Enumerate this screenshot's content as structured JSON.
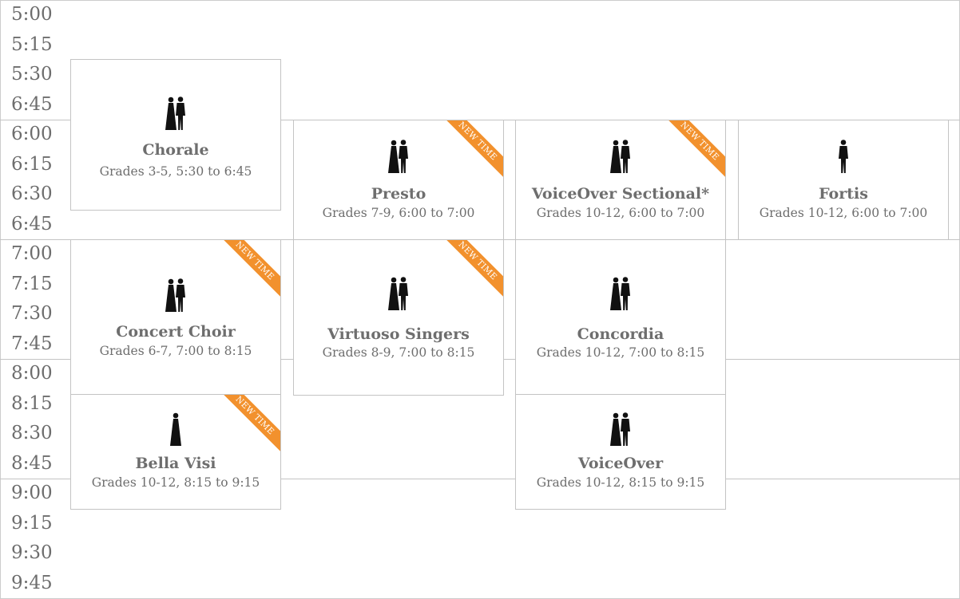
{
  "times": [
    "5:00",
    "5:15",
    "5:30",
    "6:45",
    "6:00",
    "6:15",
    "6:30",
    "6:45",
    "7:00",
    "7:15",
    "7:30",
    "7:45",
    "8:00",
    "8:15",
    "8:30",
    "8:45",
    "9:00",
    "9:15",
    "9:30",
    "9:45"
  ],
  "badge_label": "NEW TIME",
  "colors": {
    "badge": "#f2912d",
    "text": "#6e6e6e",
    "border": "#c4c4c4",
    "icon": "#111111"
  },
  "cards": [
    {
      "title": "Chorale",
      "subtitle": "Grades 3-5, 5:30 to 6:45",
      "icon": "couple-icon",
      "badge": false
    },
    {
      "title": "Presto",
      "subtitle": "Grades 7-9, 6:00 to 7:00",
      "icon": "couple-icon",
      "badge": true
    },
    {
      "title": "VoiceOver Sectional*",
      "subtitle": "Grades 10-12, 6:00 to 7:00",
      "icon": "couple-icon",
      "badge": true
    },
    {
      "title": "Fortis",
      "subtitle": "Grades 10-12, 6:00 to 7:00",
      "icon": "man-icon",
      "badge": false
    },
    {
      "title": "Concert Choir",
      "subtitle": "Grades 6-7, 7:00 to 8:15",
      "icon": "couple-icon",
      "badge": true
    },
    {
      "title": "Virtuoso Singers",
      "subtitle": "Grades 8-9, 7:00 to 8:15",
      "icon": "couple-icon",
      "badge": true
    },
    {
      "title": "Concordia",
      "subtitle": "Grades 10-12, 7:00 to 8:15",
      "icon": "couple-icon",
      "badge": false
    },
    {
      "title": "Bella Visi",
      "subtitle": "Grades 10-12, 8:15 to 9:15",
      "icon": "woman-icon",
      "badge": true
    },
    {
      "title": "VoiceOver",
      "subtitle": "Grades 10-12, 8:15 to 9:15",
      "icon": "couple-icon",
      "badge": false
    }
  ]
}
